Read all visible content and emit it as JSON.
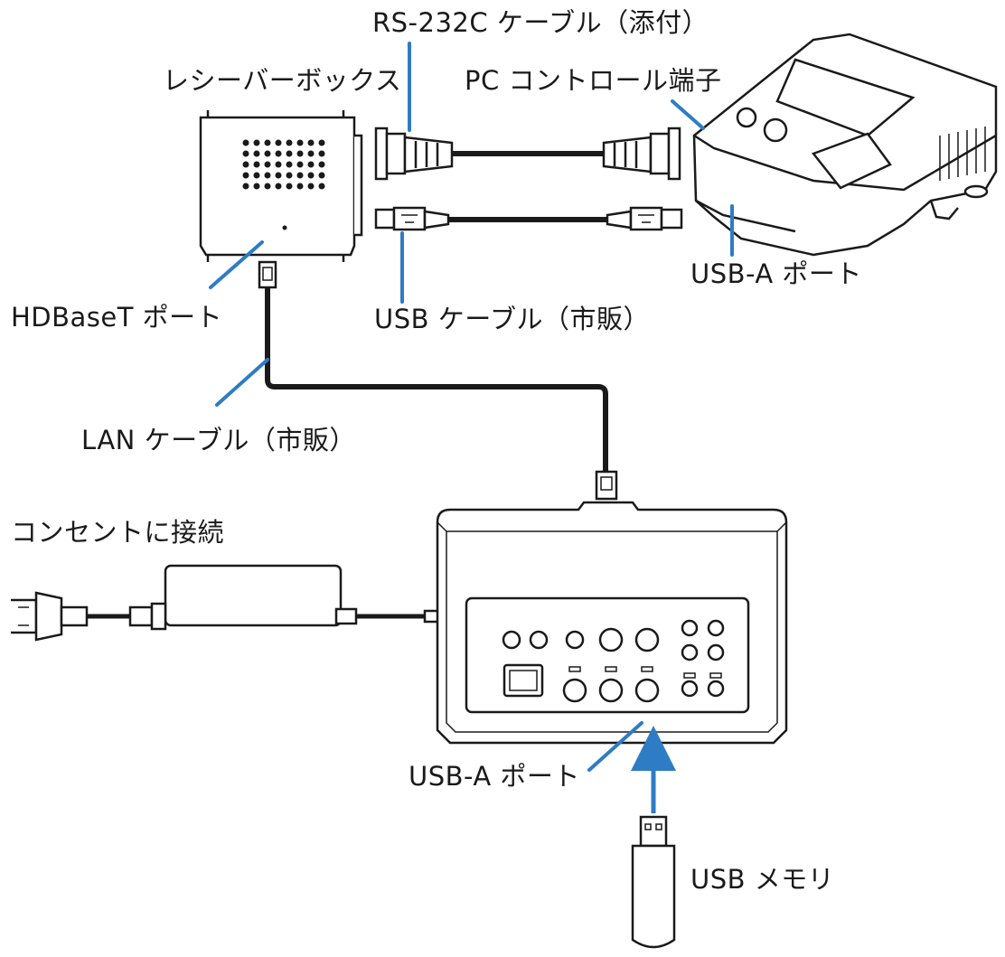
{
  "labels": {
    "rs232c_cable": "RS-232C ケーブル（添付）",
    "receiver_box": "レシーバーボックス",
    "pc_control_port": "PC コントロール端子",
    "projector_usb_a_port": "USB-A ポート",
    "hdbaset_port": "HDBaseT ポート",
    "usb_cable": "USB ケーブル（市販）",
    "lan_cable": "LAN ケーブル（市販）",
    "outlet": "コンセントに接続",
    "box_usb_a_port": "USB-A ポート",
    "usb_memory": "USB メモリ"
  },
  "colors": {
    "leader_line": "#2e7cc4",
    "outline": "#1a1a1a",
    "fill": "#ffffff"
  }
}
